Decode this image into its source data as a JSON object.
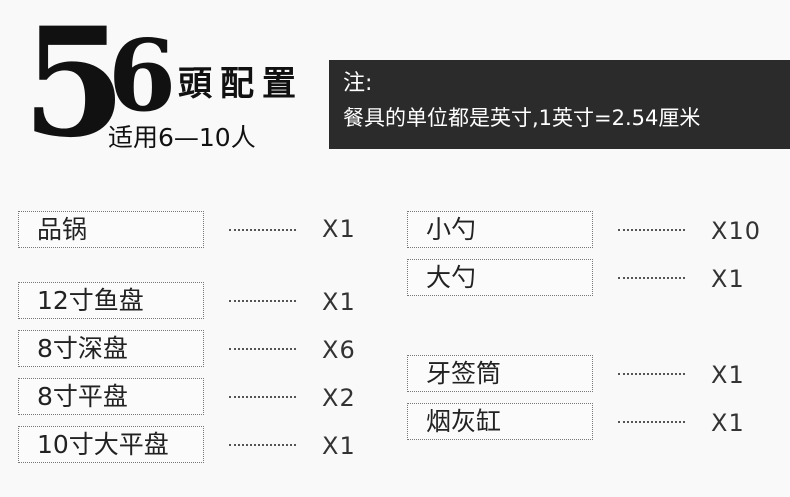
{
  "header": {
    "number_first": "5",
    "number_second": "6",
    "title": "頭配置",
    "suitable": "适用6—10人"
  },
  "note": {
    "title": "注:",
    "text": "餐具的单位都是英寸,1英寸=2.54厘米"
  },
  "left_items": [
    {
      "label": "品锅",
      "qty": "X1"
    },
    {
      "label": "12寸鱼盘",
      "qty": "X1"
    },
    {
      "label": "8寸深盘",
      "qty": "X6"
    },
    {
      "label": "8寸平盘",
      "qty": "X2"
    },
    {
      "label": "10寸大平盘",
      "qty": "X1"
    }
  ],
  "right_items": [
    {
      "label": "小勺",
      "qty": "X10"
    },
    {
      "label": "大勺",
      "qty": "X1"
    },
    {
      "label": "牙签筒",
      "qty": "X1"
    },
    {
      "label": "烟灰缸",
      "qty": "X1"
    }
  ],
  "colors": {
    "background": "#f9f9f9",
    "note_background": "#2b2b2b",
    "note_text": "#ffffff"
  }
}
